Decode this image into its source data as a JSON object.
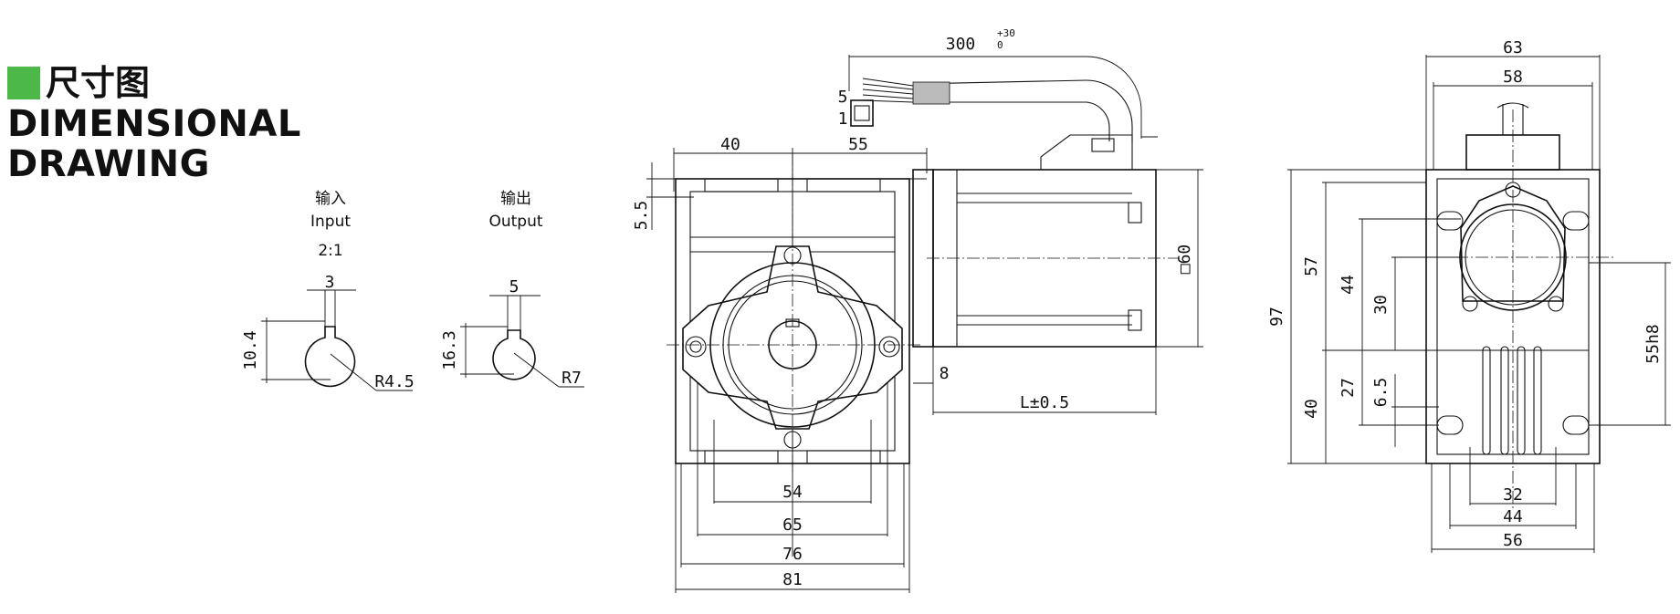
{
  "header": {
    "title_cn": "尺寸图",
    "title_en_line1": "DIMENSIONAL",
    "title_en_line2": "DRAWING",
    "accent_color": "#4cb848"
  },
  "shaft_input": {
    "label_cn": "输入",
    "label_en": "Input",
    "ratio": "2:1",
    "key_width": "3",
    "height": "10.4",
    "radius": "R4.5"
  },
  "shaft_output": {
    "label_cn": "输出",
    "label_en": "Output",
    "key_width": "5",
    "height": "16.3",
    "radius": "R7"
  },
  "front_view": {
    "cable_length": "300",
    "cable_tol_upper": "+30",
    "cable_tol_lower": "0",
    "pin_5": "5",
    "pin_1": "1",
    "dim_40": "40",
    "dim_55": "55",
    "dim_5_5": "5.5",
    "dim_square_60": "□60",
    "dim_8": "8",
    "dim_L": "L±0.5",
    "dim_54": "54",
    "dim_65": "65",
    "dim_76": "76",
    "dim_81": "81"
  },
  "side_view": {
    "dim_63": "63",
    "dim_58": "58",
    "dim_97": "97",
    "dim_57": "57",
    "dim_44v": "44",
    "dim_30": "30",
    "dim_40v": "40",
    "dim_27": "27",
    "dim_6_5": "6.5",
    "dim_55h8": "55h8",
    "dim_32": "32",
    "dim_44h": "44",
    "dim_56": "56"
  }
}
